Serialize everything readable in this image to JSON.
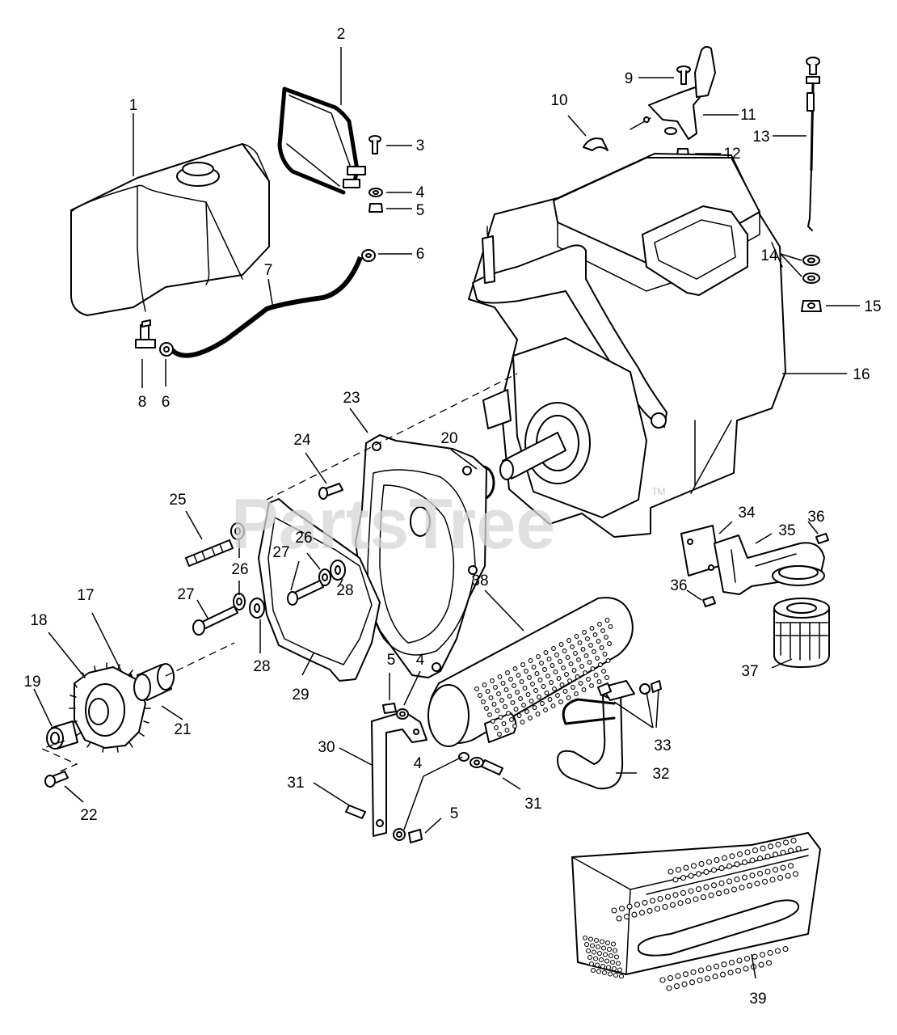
{
  "watermark": {
    "text": "PartsTree",
    "tm": "TM"
  },
  "callouts": [
    {
      "id": "c1",
      "label": "1"
    },
    {
      "id": "c2",
      "label": "2"
    },
    {
      "id": "c3",
      "label": "3"
    },
    {
      "id": "c4a",
      "label": "4"
    },
    {
      "id": "c5a",
      "label": "5"
    },
    {
      "id": "c6a",
      "label": "6"
    },
    {
      "id": "c7",
      "label": "7"
    },
    {
      "id": "c8",
      "label": "8"
    },
    {
      "id": "c6b",
      "label": "6"
    },
    {
      "id": "c9",
      "label": "9"
    },
    {
      "id": "c10",
      "label": "10"
    },
    {
      "id": "c11",
      "label": "11"
    },
    {
      "id": "c12",
      "label": "12"
    },
    {
      "id": "c13",
      "label": "13"
    },
    {
      "id": "c14",
      "label": "14"
    },
    {
      "id": "c15",
      "label": "15"
    },
    {
      "id": "c16",
      "label": "16"
    },
    {
      "id": "c17",
      "label": "17"
    },
    {
      "id": "c18",
      "label": "18"
    },
    {
      "id": "c19",
      "label": "19"
    },
    {
      "id": "c20",
      "label": "20"
    },
    {
      "id": "c21",
      "label": "21"
    },
    {
      "id": "c22",
      "label": "22"
    },
    {
      "id": "c23",
      "label": "23"
    },
    {
      "id": "c24",
      "label": "24"
    },
    {
      "id": "c25",
      "label": "25"
    },
    {
      "id": "c26a",
      "label": "26"
    },
    {
      "id": "c26b",
      "label": "26"
    },
    {
      "id": "c27a",
      "label": "27"
    },
    {
      "id": "c27b",
      "label": "27"
    },
    {
      "id": "c28a",
      "label": "28"
    },
    {
      "id": "c28b",
      "label": "28"
    },
    {
      "id": "c29",
      "label": "29"
    },
    {
      "id": "c30",
      "label": "30"
    },
    {
      "id": "c31a",
      "label": "31"
    },
    {
      "id": "c31b",
      "label": "31"
    },
    {
      "id": "c32",
      "label": "32"
    },
    {
      "id": "c33",
      "label": "33"
    },
    {
      "id": "c34",
      "label": "34"
    },
    {
      "id": "c35",
      "label": "35"
    },
    {
      "id": "c36a",
      "label": "36"
    },
    {
      "id": "c36b",
      "label": "36"
    },
    {
      "id": "c37",
      "label": "37"
    },
    {
      "id": "c38",
      "label": "38"
    },
    {
      "id": "c39",
      "label": "39"
    },
    {
      "id": "c4b",
      "label": "4"
    },
    {
      "id": "c4c",
      "label": "4"
    },
    {
      "id": "c5b",
      "label": "5"
    },
    {
      "id": "c5c",
      "label": "5"
    }
  ]
}
